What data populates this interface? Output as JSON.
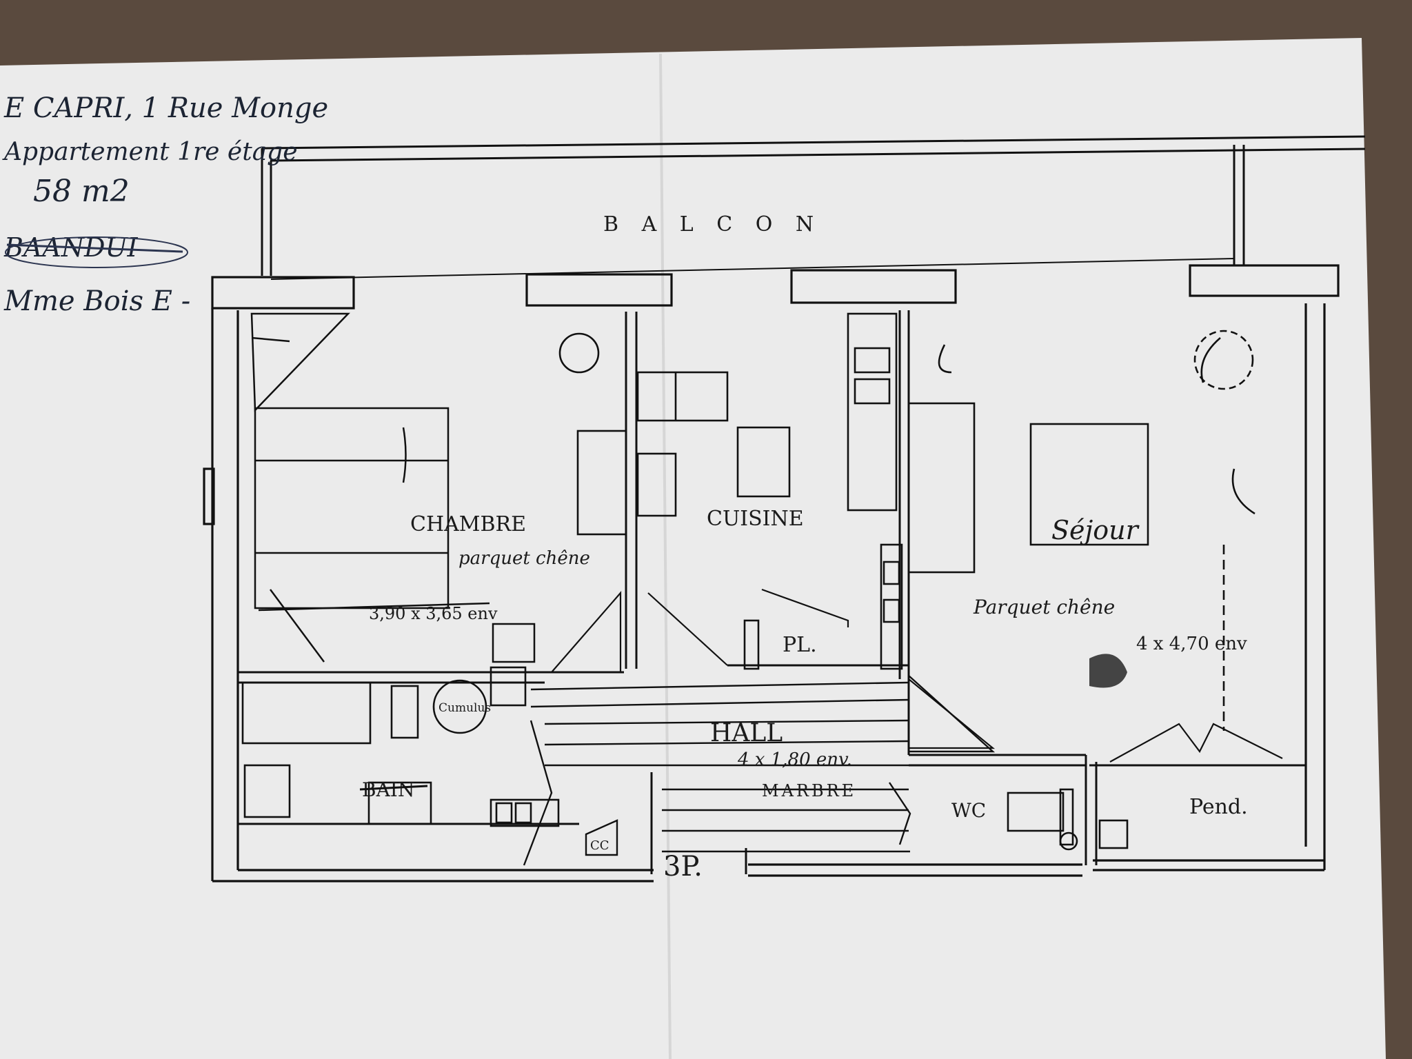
{
  "header_notes": {
    "address": "E CAPRI, 1 Rue Monge",
    "floor": "Appartement 1re étage",
    "area": "58 m2",
    "crossed_name": "BAANDUI",
    "owner": "Mme Bois E -"
  },
  "rooms": {
    "balcon": "B A L C O N",
    "chambre": "CHAMBRE",
    "chambre_floor": "parquet chêne",
    "chambre_size": "3,90 x 3,65 env",
    "cuisine": "CUISINE",
    "placard": "PL.",
    "sejour": "Séjour",
    "sejour_floor": "Parquet chêne",
    "sejour_size": "4 x 4,70 env",
    "hall": "HALL",
    "hall_size": "4 x 1,80 env.",
    "hall_floor": "MARBRE",
    "cumulus": "Cumulus",
    "bain": "BAIN",
    "wc": "WC",
    "pend": "Pend.",
    "cc": "CC",
    "entry": "3P."
  }
}
